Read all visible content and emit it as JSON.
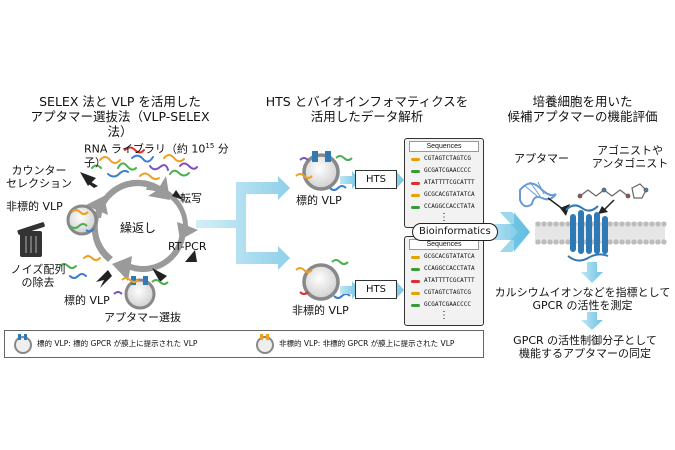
{
  "col1": {
    "title_l1": "SELEX 法と VLP を活用した",
    "title_l2": "アプタマー選抜法（VLP-SELEX 法）",
    "rna_library_pre": "RNA ライブラリ（約 10",
    "rna_library_sup": "15",
    "rna_library_post": " 分子）",
    "counter_l1": "カウンター",
    "counter_l2": "セレクション",
    "nontarget_vlp": "非標的 VLP",
    "repeat": "繰返し",
    "transcription": "転写",
    "rtpcr": "RT-PCR",
    "noise_l1": "ノイズ配列",
    "noise_l2": "の除去",
    "target_vlp": "標的 VLP",
    "aptamer_selection": "アプタマー選抜"
  },
  "col2": {
    "title_l1": "HTS とバイオインフォマティクスを",
    "title_l2": "活用したデータ解析",
    "target_vlp": "標的 VLP",
    "nontarget_vlp": "非標的 VLP",
    "hts_top": "HTS",
    "hts_bottom": "HTS",
    "bioinformatics": "Bioinformatics",
    "seq_header_top": "Sequences",
    "seq_header_bottom": "Sequences",
    "seqs_top": [
      {
        "text": "CGTAGTCTAGTCG",
        "color": "#e6a200"
      },
      {
        "text": "GCGATCGAACCCC",
        "color": "#3a9a3a"
      },
      {
        "text": "ATATTTTCGCATTT",
        "color": "#d93030"
      },
      {
        "text": "GCGCACGTATATCA",
        "color": "#e6a200"
      },
      {
        "text": "CCAGGCCACCTATA",
        "color": "#3a9a3a"
      }
    ],
    "seqs_bottom": [
      {
        "text": "GCGCACGTATATCA",
        "color": "#e6a200"
      },
      {
        "text": "CCAGGCCACCTATA",
        "color": "#3a9a3a"
      },
      {
        "text": "ATATTTTCGCATTT",
        "color": "#d93030"
      },
      {
        "text": "CGTAGTCTAGTCG",
        "color": "#e6a200"
      },
      {
        "text": "GCGATCGAACCCC",
        "color": "#3a9a3a"
      }
    ],
    "ellipsis": "⋮"
  },
  "col3": {
    "title_l1": "培養細胞を用いた",
    "title_l2": "候補アプタマーの機能評価",
    "aptamer": "アプタマー",
    "agonist_l1": "アゴニストや",
    "agonist_l2": "アンタゴニスト",
    "calcium_l1": "カルシウムイオンなどを指標として",
    "calcium_l2": "GPCR の活性を測定",
    "final_l1": "GPCR の活性制御分子として",
    "final_l2": "機能するアプタマーの同定"
  },
  "legend": {
    "target": "標的 VLP: 標的 GPCR が膜上に提示された VLP",
    "nontarget": "非標的 VLP: 非標的 GPCR が膜上に提示された VLP"
  },
  "colors": {
    "flow_arrow": "#a9d9ec",
    "rna_orange": "#f0a020",
    "rna_green": "#4caf50",
    "rna_blue": "#3b7fd0",
    "rna_purple": "#7b4fc0",
    "gpcr_blue": "#2f79b5",
    "membrane_gray": "#bbbbbb"
  }
}
